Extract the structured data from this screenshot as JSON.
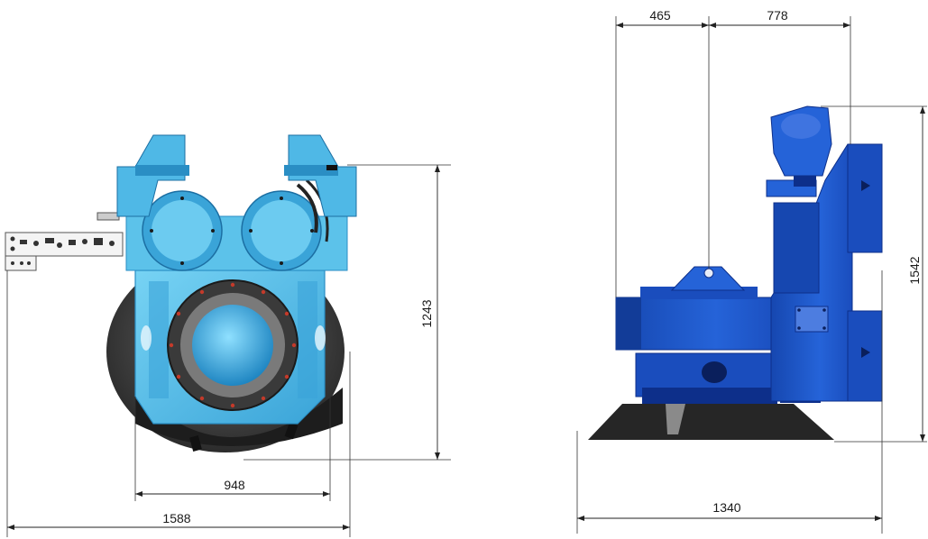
{
  "dimensions": {
    "front_width_inner": "948",
    "front_width_outer": "1588",
    "front_height": "1243",
    "side_top_left": "465",
    "side_top_right": "778",
    "side_height": "1542",
    "side_width": "1340"
  },
  "colors": {
    "front_body": "#5cc2ea",
    "front_body_shade": "#2a8ec4",
    "side_body": "#1f56c9",
    "side_body_dark": "#0d2f8a",
    "base_dark": "#2a2a2a"
  }
}
